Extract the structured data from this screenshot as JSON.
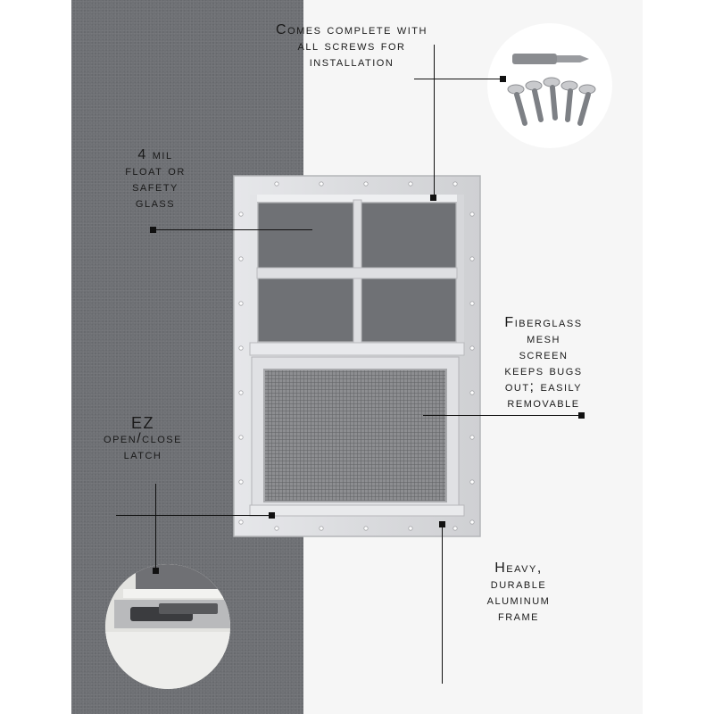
{
  "annotations": {
    "screws": {
      "lines": [
        "Comes complete with",
        "all screws for",
        "installation"
      ]
    },
    "glass": {
      "lines": [
        "4 mil",
        "float or",
        "safety",
        "glass"
      ]
    },
    "screen": {
      "lines": [
        "Fiberglass",
        "mesh",
        "screen",
        "keeps bugs",
        "out; easily",
        "removable"
      ]
    },
    "latch": {
      "lines": [
        "EZ",
        "open/close",
        "latch"
      ]
    },
    "frame": {
      "lines": [
        "Heavy,",
        "durable",
        "aluminum",
        "frame"
      ]
    }
  },
  "colors": {
    "wall_gray": "#6e7074",
    "frame": "#d9dadd",
    "screen_mesh": "#7a7b7e"
  }
}
